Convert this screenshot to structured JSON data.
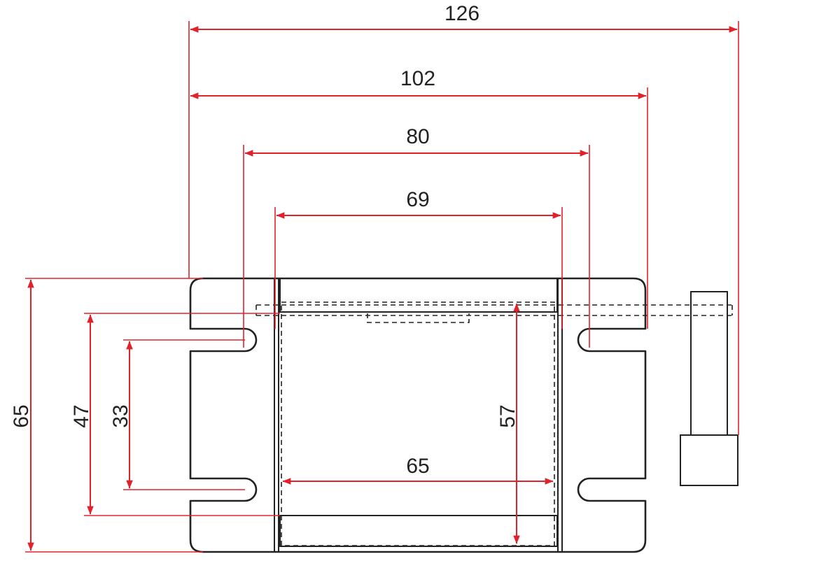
{
  "colors": {
    "dimension": "#e0232b",
    "outline": "#222222",
    "background": "#ffffff"
  },
  "dimensions": {
    "overall_width_with_connector": "126",
    "housing_width": "102",
    "mounting_slot_span": "80",
    "body_width": "69",
    "inner_width": "65",
    "housing_height": "65",
    "slot_outer_span": "47",
    "slot_inner_span": "33",
    "inner_height": "57"
  }
}
